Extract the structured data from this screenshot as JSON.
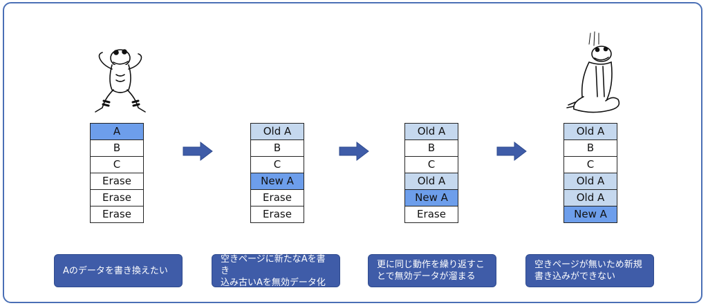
{
  "colors": {
    "frame": "#4a6fb5",
    "highlight": "#6d9eeb",
    "old": "#c5d8ee",
    "note_bg": "#3f5ca8",
    "arrow": "#3f5ca8"
  },
  "stages": [
    {
      "cells": [
        {
          "label": "A",
          "state": "current"
        },
        {
          "label": "B",
          "state": "normal"
        },
        {
          "label": "C",
          "state": "normal"
        },
        {
          "label": "Erase",
          "state": "normal"
        },
        {
          "label": "Erase",
          "state": "normal"
        },
        {
          "label": "Erase",
          "state": "normal"
        }
      ],
      "note": "Aのデータを書き換えたい",
      "figure": "frog-fighting-pose-icon"
    },
    {
      "cells": [
        {
          "label": "Old A",
          "state": "old"
        },
        {
          "label": "B",
          "state": "normal"
        },
        {
          "label": "C",
          "state": "normal"
        },
        {
          "label": "New A",
          "state": "current"
        },
        {
          "label": "Erase",
          "state": "normal"
        },
        {
          "label": "Erase",
          "state": "normal"
        }
      ],
      "note": "空きページに新たなAを書き\n込み古いAを無効データ化"
    },
    {
      "cells": [
        {
          "label": "Old A",
          "state": "old"
        },
        {
          "label": "B",
          "state": "normal"
        },
        {
          "label": "C",
          "state": "normal"
        },
        {
          "label": "Old A",
          "state": "old"
        },
        {
          "label": "New A",
          "state": "current"
        },
        {
          "label": "Erase",
          "state": "normal"
        }
      ],
      "note": "更に同じ動作を繰り返すこ\nとで無効データが溜まる"
    },
    {
      "cells": [
        {
          "label": "Old A",
          "state": "old"
        },
        {
          "label": "B",
          "state": "normal"
        },
        {
          "label": "C",
          "state": "normal"
        },
        {
          "label": "Old A",
          "state": "old"
        },
        {
          "label": "Old A",
          "state": "old"
        },
        {
          "label": "New A",
          "state": "current"
        }
      ],
      "note": "空きページが無いため新規\n書き込みができない",
      "figure": "frog-sitting-defeated-icon"
    }
  ],
  "arrows": [
    "right-arrow-icon",
    "right-arrow-icon",
    "right-arrow-icon"
  ]
}
